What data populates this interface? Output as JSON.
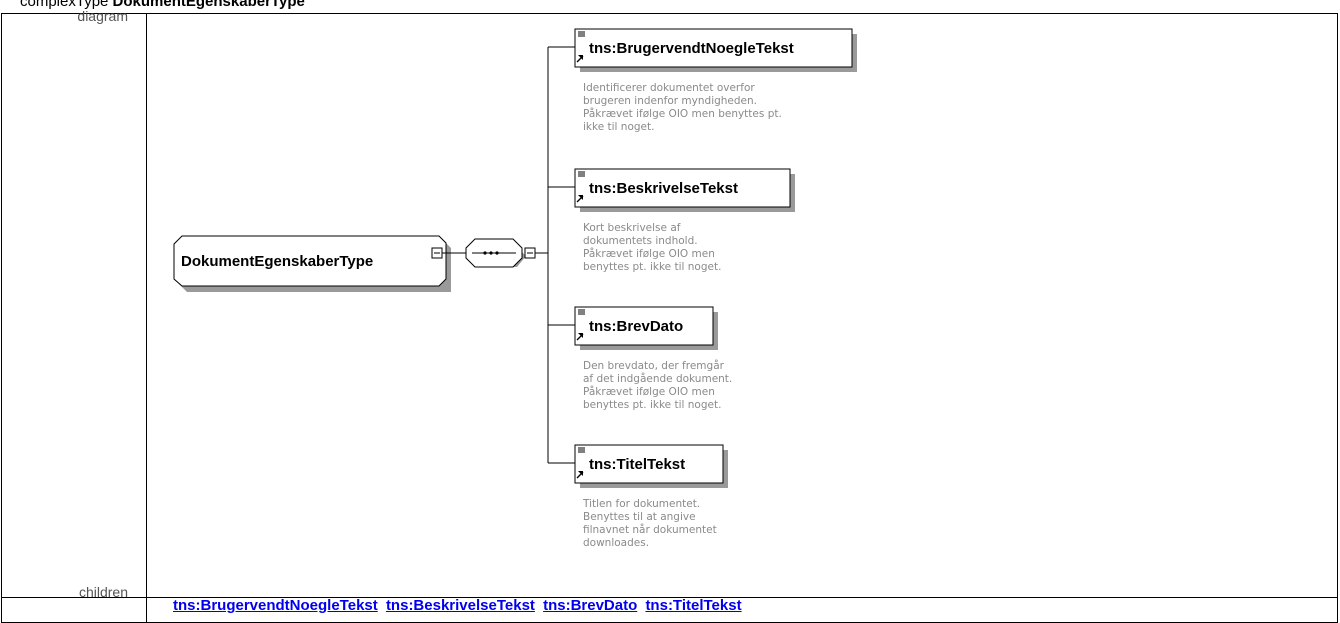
{
  "heading": {
    "prefix": "complexType",
    "name": "DokumentEgenskaberType"
  },
  "rows": {
    "diagram_label": "diagram",
    "children_label": "children"
  },
  "root": {
    "name": "DokumentEgenskaberType"
  },
  "elements": [
    {
      "name": "tns:BrugervendtNoegleTekst",
      "doc": [
        "Identificerer dokumentet overfor",
        "brugeren indenfor myndigheden.",
        "Påkrævet ifølge OIO men benyttes pt.",
        "ikke til noget."
      ]
    },
    {
      "name": "tns:BeskrivelseTekst",
      "doc": [
        "Kort beskrivelse af",
        "dokumentets indhold.",
        "Påkrævet ifølge OIO men",
        "benyttes pt. ikke til noget."
      ]
    },
    {
      "name": "tns:BrevDato",
      "doc": [
        "Den brevdato, der fremgår",
        "af det indgående dokument.",
        "Påkrævet ifølge OIO men",
        "benyttes pt. ikke til noget."
      ]
    },
    {
      "name": "tns:TitelTekst",
      "doc": [
        "Titlen for dokumentet.",
        "Benyttes til at angive",
        "filnavnet når dokumentet",
        "downloades."
      ]
    }
  ],
  "children": [
    "tns:BrugervendtNoegleTekst",
    "tns:BeskrivelseTekst",
    "tns:BrevDato",
    "tns:TitelTekst"
  ]
}
